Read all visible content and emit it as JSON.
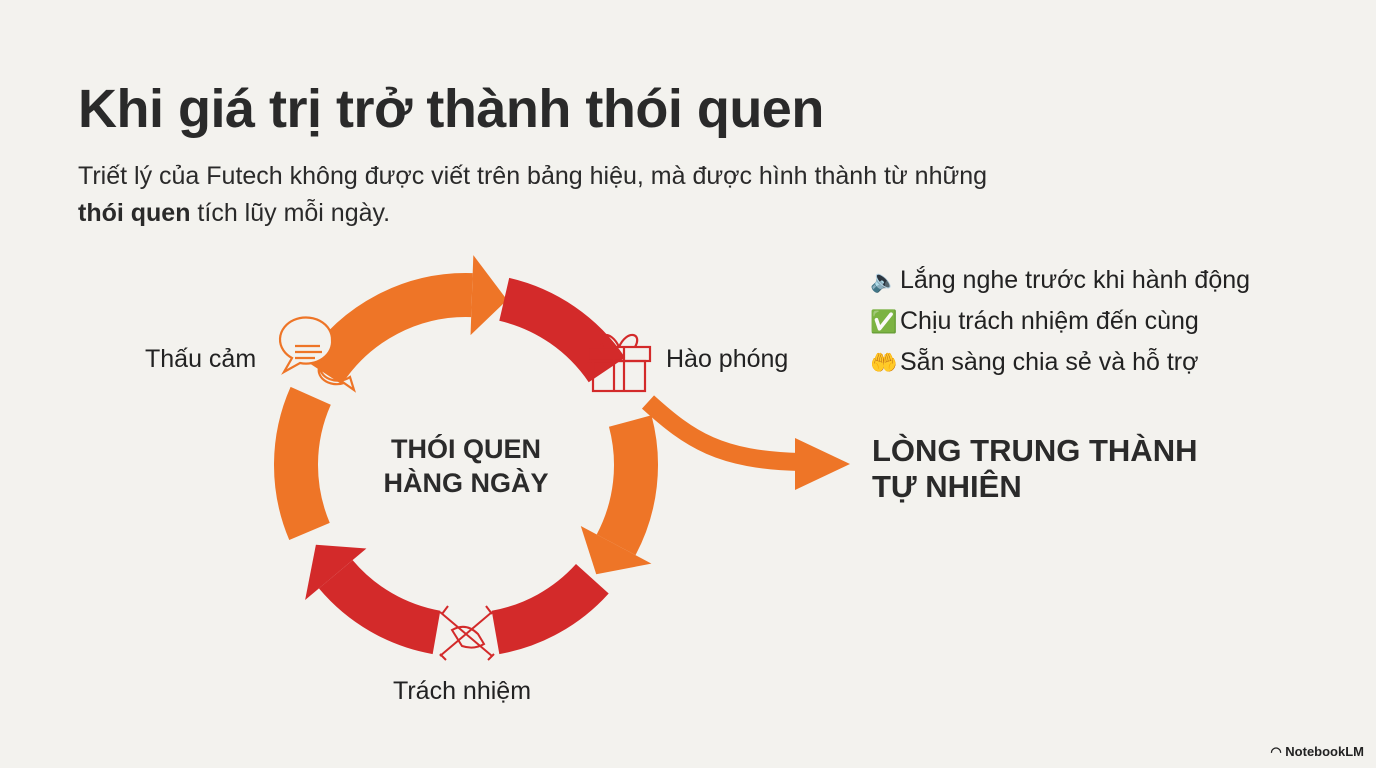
{
  "title": "Khi giá trị trở thành thói quen",
  "subtitle": {
    "part1": "Triết lý của Futech không được viết trên bảng hiệu, mà được hình thành từ những ",
    "bold": "thói quen",
    "part2": " tích lũy mỗi ngày."
  },
  "cycle": {
    "center_line1": "THÓI QUEN",
    "center_line2": "HÀNG NGÀY",
    "nodes": [
      {
        "label": "Thấu cảm",
        "icon": "speech-bubbles-icon"
      },
      {
        "label": "Hào phóng",
        "icon": "gift-icon"
      },
      {
        "label": "Trách nhiệm",
        "icon": "joined-hands-icon"
      }
    ]
  },
  "behaviors": [
    {
      "icon": "🔈",
      "text": "Lắng nghe trước khi hành động"
    },
    {
      "icon": "✅",
      "text": "Chịu trách nhiệm đến cùng"
    },
    {
      "icon": "🤲",
      "text": "Sẵn sàng chia sẻ và hỗ trợ"
    }
  ],
  "result": {
    "line1": "LÒNG TRUNG THÀNH",
    "line2": "TỰ NHIÊN"
  },
  "brand": "NotebookLM",
  "colors": {
    "orange": "#ee7527",
    "red": "#d32a2a",
    "background": "#f3f2ee"
  }
}
